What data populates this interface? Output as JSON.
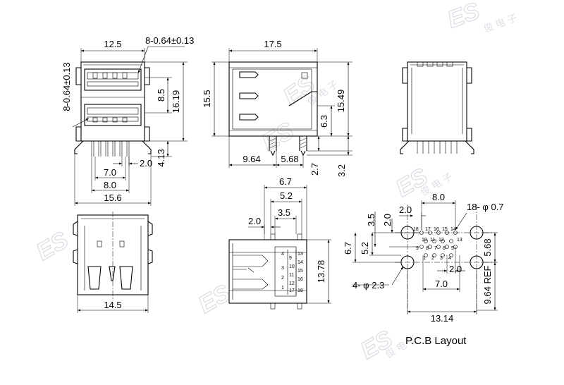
{
  "drawing": {
    "front_view": {
      "width_top": "12.5",
      "pin_spec": "8-0.64±0.13",
      "pin_spec_side": "8-0.64±0.13",
      "port_spacing": "8.5",
      "height_total": "16.19",
      "lead_length": "4.13",
      "pin_gap_small": "2.0",
      "pin_span_inner": "7.0",
      "pin_span_outer": "8.0",
      "width_bottom": "15.6"
    },
    "side_view": {
      "length": "17.5",
      "height": "15.5",
      "shell_height": "15.49",
      "offset_63": "6.3",
      "depth_964": "9.64",
      "depth_568": "5.68",
      "lead_27": "2.7",
      "lead_32": "3.2"
    },
    "bottom_view": {
      "top_67": "6.7",
      "top_52": "5.2",
      "top_35": "3.5",
      "top_20": "2.0",
      "height_1378": "13.78",
      "pin_labels_top": [
        "4",
        "3",
        "2",
        "1"
      ],
      "pin_labels_mid": [
        "13",
        "14",
        "15",
        "16"
      ],
      "pin_labels_low": [
        "9",
        "10",
        "11",
        "12"
      ],
      "pin_labels_bot": [
        "17",
        "18"
      ]
    },
    "face_view": {
      "width": "14.5"
    },
    "pcb_layout": {
      "caption": "P.C.B Layout",
      "hole_spec_small": "18- φ 0.7",
      "hole_spec_large": "4- φ 2.3",
      "pitch_80": "8.0",
      "pitch_20_top": "2.0",
      "row_35": "3.5",
      "row_20": "2.0",
      "left_67": "6.7",
      "left_52": "5.2",
      "right_568": "5.68",
      "right_964": "9.64 REF",
      "span_70": "7.0",
      "gap_20": "2.0",
      "width_1314": "13.14",
      "hole_row_top": [
        "18",
        "17",
        "16",
        "15",
        "14"
      ],
      "hole_row_mid": [
        "10",
        "11",
        "12",
        "13"
      ],
      "hole_row_low": [
        "9",
        "8",
        "7",
        "6",
        "5"
      ],
      "hole_row_bot": [
        "1",
        "2",
        "3",
        "4"
      ]
    },
    "watermark": {
      "logo": "ES",
      "cjk": "俊 电 子"
    }
  }
}
